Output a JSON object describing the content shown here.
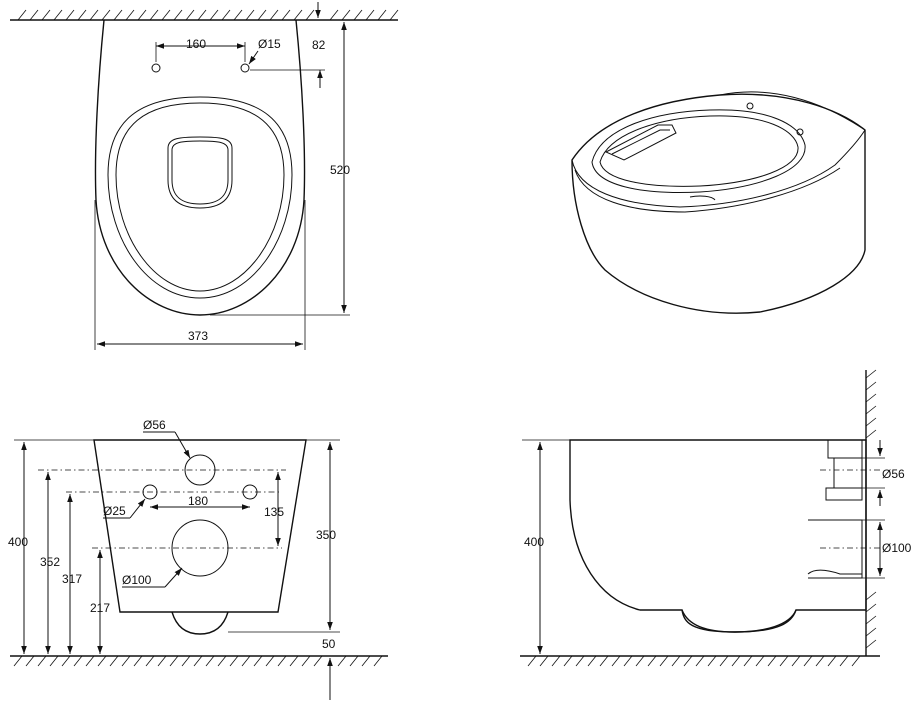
{
  "top_view": {
    "mounting_hole_spacing": "160",
    "mounting_hole_diameter": "Ø15",
    "mounting_hole_offset": "82",
    "overall_length": "520",
    "overall_width": "373"
  },
  "front_view": {
    "upper_inlet_diameter": "Ø56",
    "bolt_hole_diameter": "Ø25",
    "bolt_hole_spacing": "180",
    "vertical_distance": "135",
    "outlet_diameter": "Ø100",
    "height_total": "400",
    "height_inlet_axis": "352",
    "height_bolt_axis": "317",
    "height_outlet_axis": "217",
    "bowl_height": "350",
    "foot_height": "50"
  },
  "side_view": {
    "height_total": "400",
    "inlet_diameter": "Ø56",
    "outlet_diameter": "Ø100"
  }
}
